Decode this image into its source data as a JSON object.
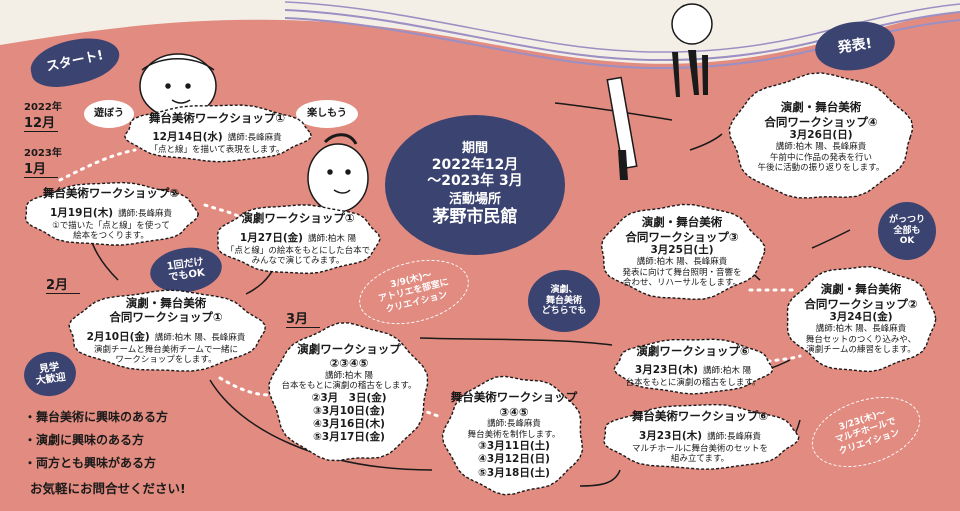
{
  "colors": {
    "salmon": "#e28b80",
    "navy": "#3b4371",
    "cream": "#f4efe6",
    "ink": "#1a1a1a",
    "purple": "#9b8fc4"
  },
  "badges": {
    "start": "スタート!",
    "happyo": "発表!",
    "asobo": "遊ぼう",
    "tanoshimo": "楽しもう",
    "ikkai": [
      "1回だけ",
      "でもOK"
    ],
    "kengaku": [
      "見学",
      "大歓迎"
    ],
    "gattsuri": [
      "がっつり",
      "全部も",
      "OK"
    ],
    "dochira": [
      "演劇、",
      "舞台美術",
      "どちらでも"
    ],
    "atelier": [
      "3/9(木)〜",
      "アトリエを部室に",
      "クリエイション"
    ],
    "multi": [
      "3/23(木)〜",
      "マルチホールで",
      "クリエイション"
    ]
  },
  "months": {
    "y2022": "2022年",
    "m12": "12月",
    "y2023": "2023年",
    "m1": "1月",
    "m2": "2月",
    "m3": "3月"
  },
  "period": {
    "label": "期間",
    "line1": "2022年12月",
    "line2": "〜2023年 3月",
    "venue_label": "活動場所",
    "venue": "茅野市民館"
  },
  "events": {
    "bw1": {
      "title": "舞台美術ワークショップ①",
      "date": "12月14日(水)",
      "lect": "講師:長峰麻貴",
      "desc": [
        "「点と線」を描いて表現をします。"
      ]
    },
    "bw2": {
      "title": "舞台美術ワークショップ②",
      "date": "1月19日(木)",
      "lect": "講師:長峰麻貴",
      "desc": [
        "①で描いた「点と線」を使って",
        "絵本をつくります。"
      ]
    },
    "ew1": {
      "title": "演劇ワークショップ①",
      "date": "1月27日(金)",
      "lect": "講師:柏木 陽",
      "desc": [
        "「点と線」の絵本をもとにした台本で",
        "みんなで演じてみます。"
      ]
    },
    "j1": {
      "title1": "演劇・舞台美術",
      "title2": "合同ワークショップ①",
      "date": "2月10日(金)",
      "lect": "講師:柏木 陽、長峰麻貴",
      "desc": [
        "演劇チームと舞台美術チームで一緒に",
        "ワークショップをします。"
      ]
    },
    "ew2": {
      "title": "演劇ワークショップ",
      "nums": "②③④⑤",
      "lect": "講師:柏木 陽",
      "desc": "台本をもとに演劇の稽古をします。",
      "dates": [
        "②3月　3日(金)",
        "③3月10日(金)",
        "④3月16日(木)",
        "⑤3月17日(金)"
      ]
    },
    "bw3": {
      "title": "舞台美術ワークショップ",
      "nums": "③④⑤",
      "lect": "講師:長峰麻貴",
      "desc": "舞台美術を制作します。",
      "dates": [
        "③3月11日(土)",
        "④3月12日(日)",
        "⑤3月18日(土)"
      ]
    },
    "ew6": {
      "title": "演劇ワークショップ⑥",
      "date": "3月23日(木)",
      "lect": "講師:柏木 陽",
      "desc": "台本をもとに演劇の稽古をします。"
    },
    "bw6": {
      "title": "舞台美術ワークショップ⑥",
      "date": "3月23日(木)",
      "lect": "講師:長峰麻貴",
      "desc": [
        "マルチホールに舞台美術のセットを",
        "組み立てます。"
      ]
    },
    "j2": {
      "title1": "演劇・舞台美術",
      "title2": "合同ワークショップ②",
      "date": "3月24日(金)",
      "lect": "講師:柏木 陽、長峰麻貴",
      "desc": [
        "舞台セットのつくり込みや、",
        "演劇チームの練習をします。"
      ]
    },
    "j3": {
      "title1": "演劇・舞台美術",
      "title2": "合同ワークショップ③",
      "date": "3月25日(土)",
      "lect": "講師:柏木 陽、長峰麻貴",
      "desc": [
        "発表に向けて舞台照明・音響を",
        "合わせ、リハーサルをします。"
      ]
    },
    "j4": {
      "title1": "演劇・舞台美術",
      "title2": "合同ワークショップ④",
      "date": "3月26日(日)",
      "lect": "講師:柏木 陽、長峰麻貴",
      "desc": [
        "午前中に作品の発表を行い",
        "午後に活動の振り返りをします。"
      ]
    }
  },
  "targets": [
    "・舞台美術に興味のある方",
    "・演劇に興味のある方",
    "・両方とも興味がある方"
  ],
  "cta": "お気軽にお問合せください!"
}
